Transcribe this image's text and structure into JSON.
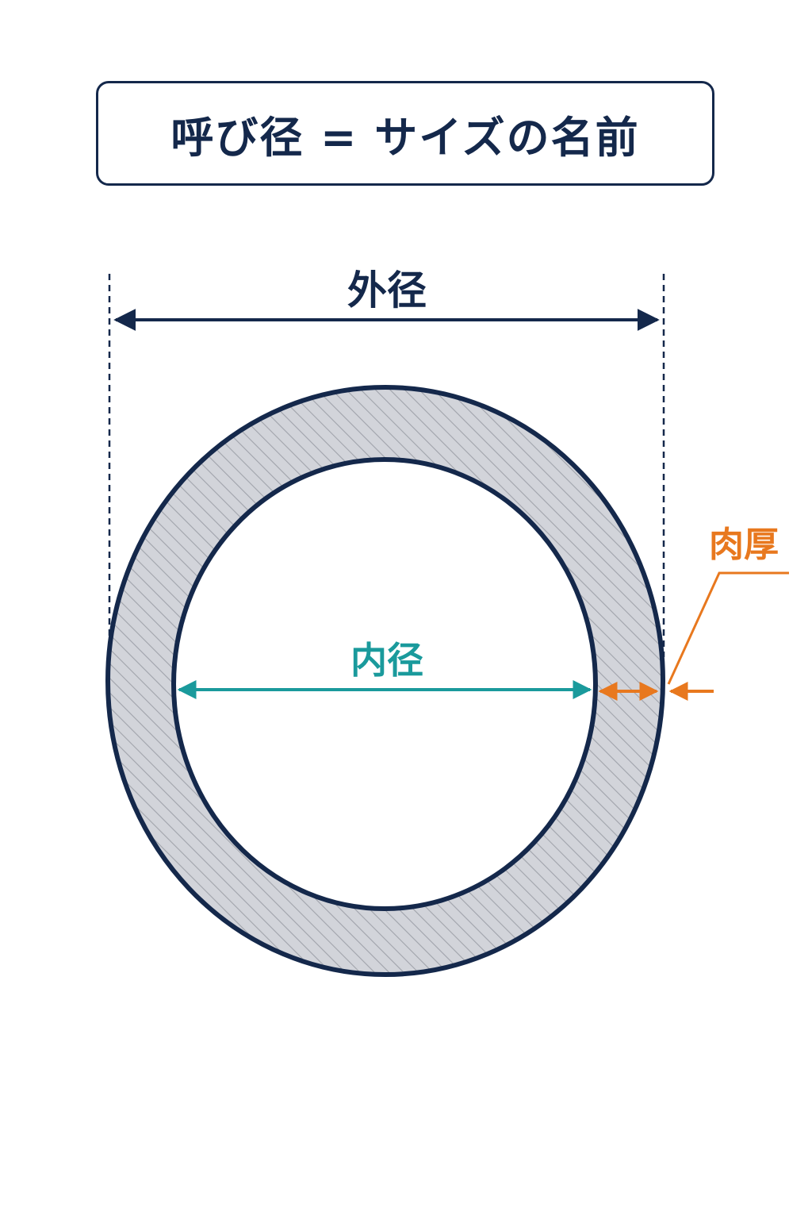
{
  "title": "呼び径 = サイズの名前",
  "labels": {
    "outer_diameter": "外径",
    "inner_diameter": "内径",
    "wall_thickness": "肉厚"
  },
  "colors": {
    "navy": "#14284b",
    "teal": "#1a9a9c",
    "orange": "#e8781e",
    "ring_fill": "#d2d4da",
    "hatch": "#a0a3ab"
  }
}
